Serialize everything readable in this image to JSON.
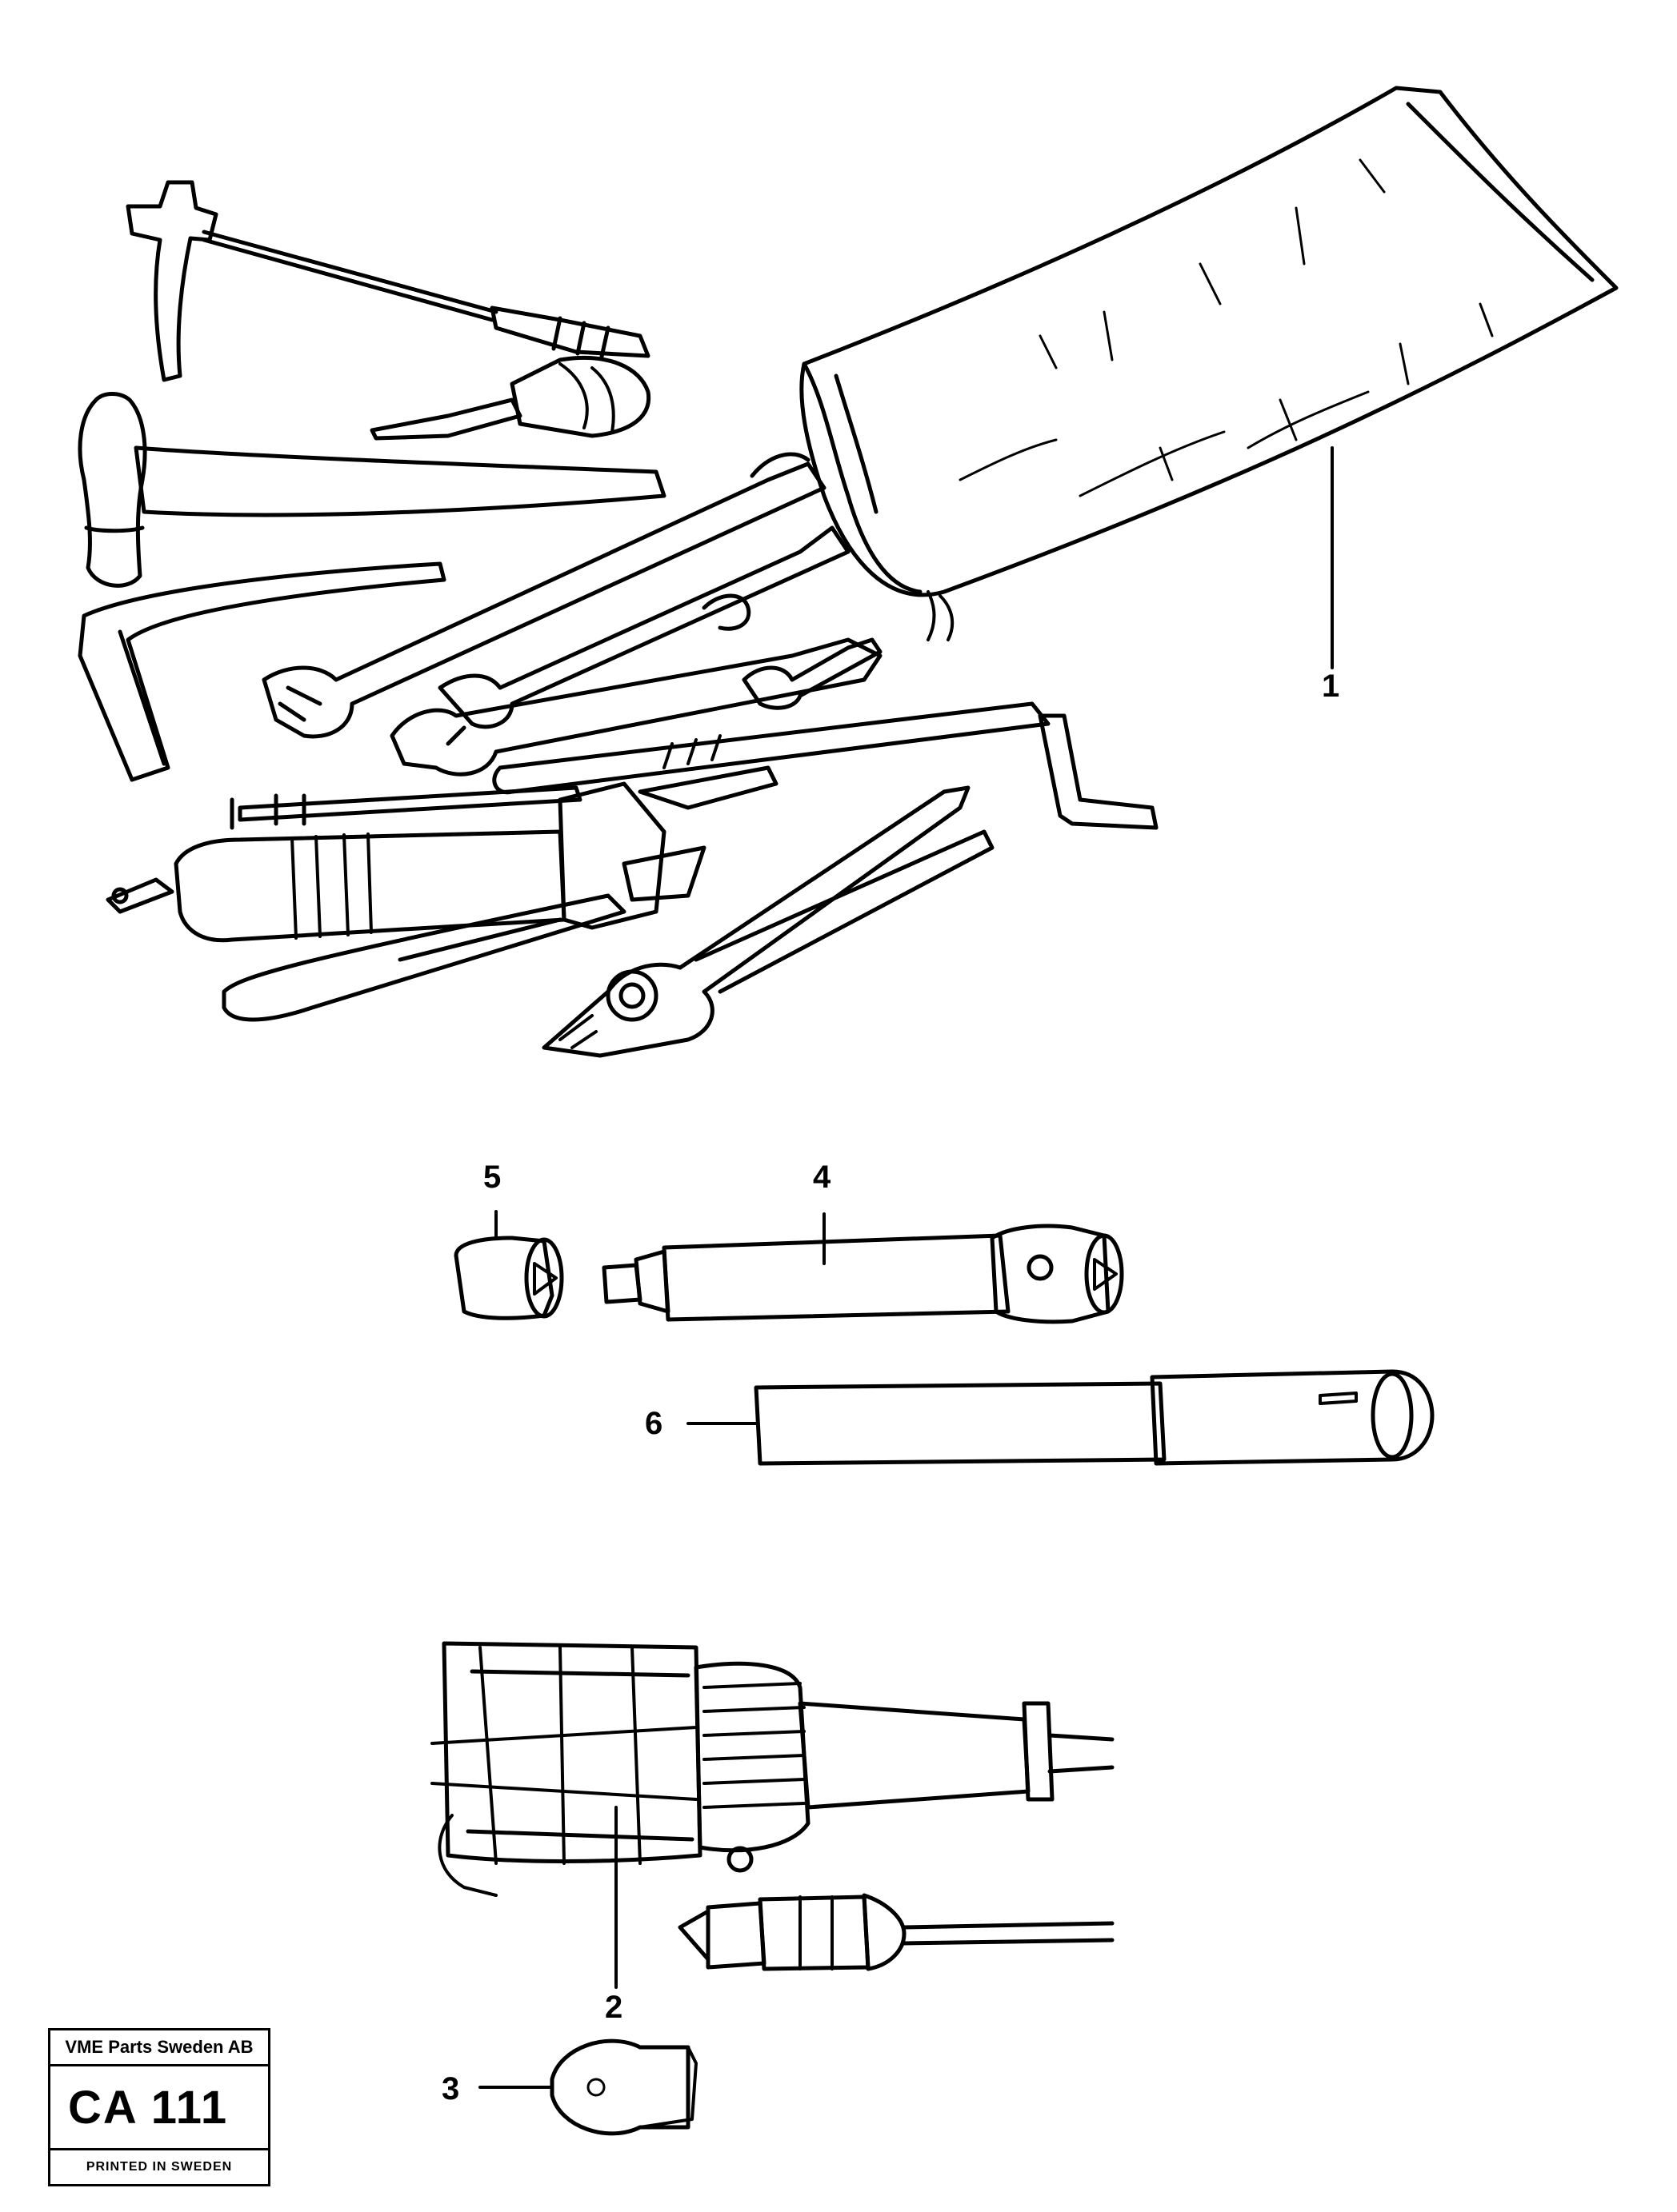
{
  "callouts": {
    "c1": "1",
    "c2": "2",
    "c3": "3",
    "c4": "4",
    "c5": "5",
    "c6": "6"
  },
  "stamp": {
    "company": "VME Parts Sweden AB",
    "code": "CA 111",
    "printed": "PRINTED IN SWEDEN"
  },
  "colors": {
    "ink": "#000000",
    "paper": "#ffffff"
  }
}
